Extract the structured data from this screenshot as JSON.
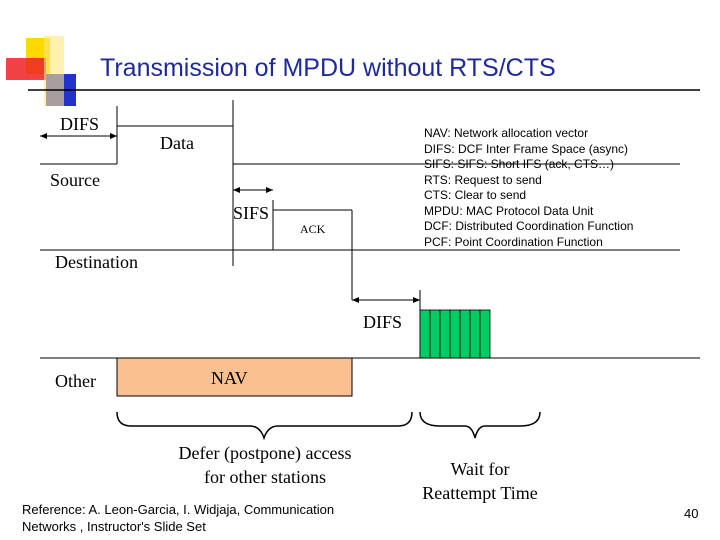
{
  "slide": {
    "title": "Transmission of MPDU without RTS/CTS",
    "page_number": "40"
  },
  "timeline": {
    "difs_top": "DIFS",
    "data": "Data",
    "source": "Source",
    "sifs": "SIFS",
    "ack": "ACK",
    "destination": "Destination",
    "difs_bottom": "DIFS",
    "other": "Other",
    "nav": "NAV",
    "defer_line1": "Defer (postpone) access",
    "defer_line2": "for other stations",
    "wait_line1": "Wait for",
    "wait_line2": "Reattempt Time"
  },
  "legend": [
    "NAV: Network allocation vector",
    "DIFS: DCF Inter Frame Space (async)",
    "SIFS: SIFS: Short IFS (ack, CTS…)",
    "RTS: Request to send",
    "CTS: Clear to send",
    "MPDU: MAC Protocol Data Unit",
    "DCF: Distributed Coordination Function",
    "PCF: Point Coordination Function"
  ],
  "reference": {
    "line1": "Reference: A. Leon-Garcia, I. Widjaja, Communication",
    "line2": "Networks , Instructor's Slide Set"
  },
  "colors": {
    "title": "#1f2a9a",
    "nav_fill": "#fac090",
    "backoff_fill": "#00cc66",
    "logo_yellow": "#ffd800",
    "logo_red": "#ee2222",
    "logo_blue": "#2233cc"
  }
}
